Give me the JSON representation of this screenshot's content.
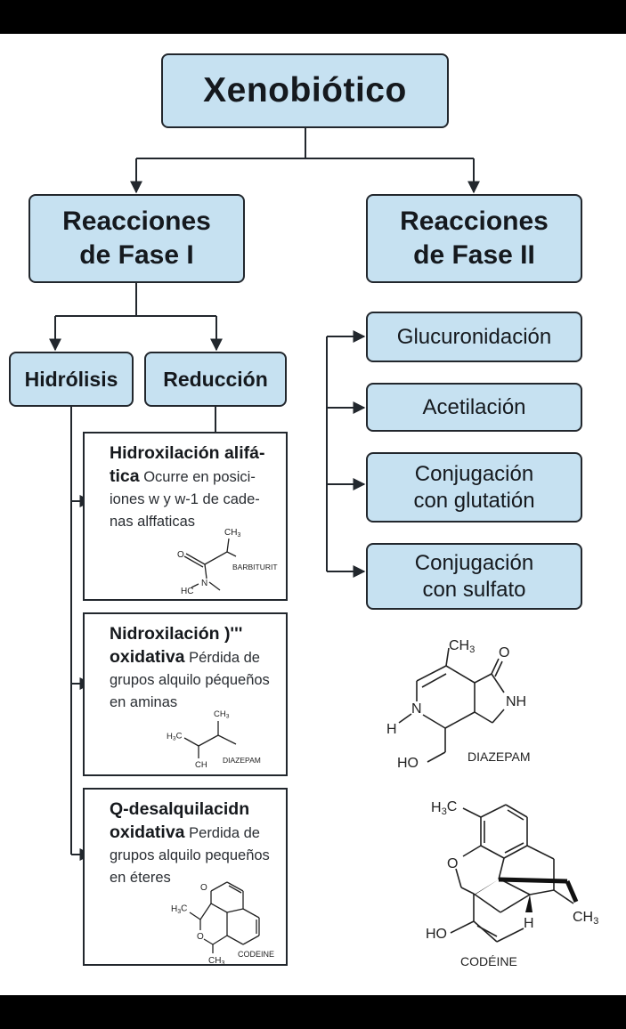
{
  "root": {
    "label": "Xenobiótico"
  },
  "phase1": {
    "label_line1": "Reacciones",
    "label_line2": "de Fase I",
    "children": [
      {
        "label": "Hidrólisis"
      },
      {
        "label": "Reducción"
      }
    ],
    "reactions": [
      {
        "title_part1": "Hidroxilación alifá-",
        "title_part2": "tica",
        "desc_part1": " Ocurre en posici-",
        "desc_part2": "iones w y w-1 de cade-",
        "desc_part3": "nas alffaticas",
        "structure": {
          "labels": [
            "CH3",
            "O",
            "HC",
            "N"
          ],
          "name": "BARBITURIT"
        }
      },
      {
        "title_part1": "Nidroxilación )'''",
        "title_part2": "oxidativa",
        "desc_part1": " Pérdida de",
        "desc_part2": "grupos alquilo péqueños",
        "desc_part3": "en aminas",
        "structure": {
          "labels": [
            "CH3",
            "H3C",
            "CH"
          ],
          "name": "DIAZEPAM"
        }
      },
      {
        "title_part1": "Q-desalquilacidn",
        "title_part2": "oxidativa",
        "desc_part1": " Perdida de",
        "desc_part2": "grupos alquilo pequeños",
        "desc_part3": "en éteres",
        "structure": {
          "labels": [
            "O",
            "H3C",
            "O",
            "CH3"
          ],
          "name": "CODEINE"
        }
      }
    ]
  },
  "phase2": {
    "label_line1": "Reacciones",
    "label_line2": "de Fase II",
    "reactions": [
      {
        "line1": "Glucuronidación",
        "line2": ""
      },
      {
        "line1": "Acetilación",
        "line2": ""
      },
      {
        "line1": "Conjugación",
        "line2": "con glutatión"
      },
      {
        "line1": "Conjugación",
        "line2": "con sulfato"
      }
    ]
  },
  "structures": [
    {
      "name": "DIAZEPAM",
      "labels": [
        "CH3",
        "O",
        "NH",
        "N",
        "H",
        "HO"
      ]
    },
    {
      "name": "CODÉINE",
      "labels": [
        "H3C",
        "O",
        "HO",
        "H",
        "CH3"
      ]
    }
  ],
  "colors": {
    "node_fill": "#c6e1f1",
    "stroke": "#22272d",
    "background": "#ffffff"
  }
}
